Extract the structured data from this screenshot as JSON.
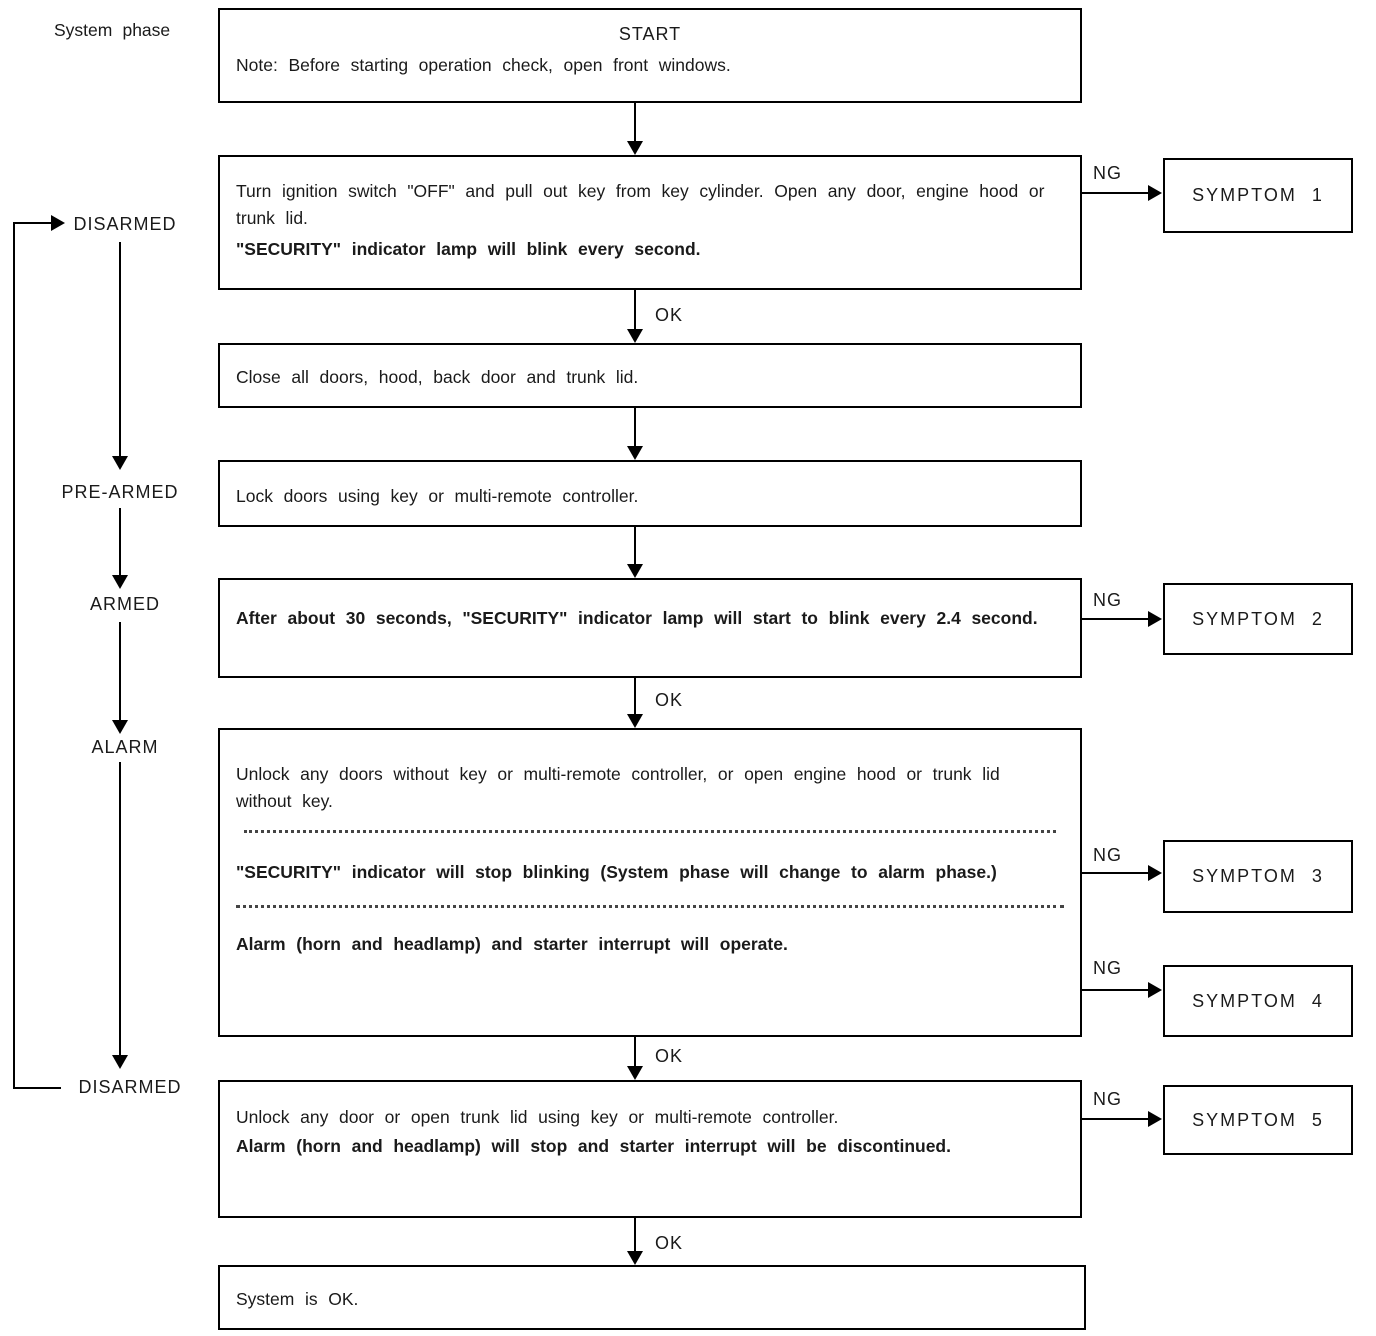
{
  "diagram": {
    "side_label": "System phase",
    "ok_label": "OK",
    "ng_label": "NG",
    "colors": {
      "ink": "#1a1a1a",
      "paper": "#ffffff",
      "line": "#000000"
    },
    "phases": [
      {
        "label": "DISARMED"
      },
      {
        "label": "PRE-ARMED"
      },
      {
        "label": "ARMED"
      },
      {
        "label": "ALARM"
      },
      {
        "label": "DISARMED"
      }
    ],
    "steps": [
      {
        "title": "START",
        "note": "Note: Before starting operation check, open front windows."
      },
      {
        "text": "Turn ignition switch \"OFF\" and pull out key from key cylinder. Open any door, engine hood or trunk lid.",
        "bold": "\"SECURITY\" indicator lamp will blink every second."
      },
      {
        "text": "Close all doors, hood, back door and trunk lid."
      },
      {
        "text": "Lock doors using key or multi-remote controller."
      },
      {
        "bold": "After about 30 seconds, \"SECURITY\" indicator lamp will start to blink every 2.4 second."
      },
      {
        "text": "Unlock any doors without key or multi-remote controller, or open engine hood or trunk lid without key.",
        "bold1": "\"SECURITY\" indicator will stop blinking (System phase will change to alarm phase.)",
        "bold2": "Alarm (horn and headlamp) and starter interrupt will operate."
      },
      {
        "text": "Unlock any door or open trunk lid using key or multi-remote controller.",
        "bold": "Alarm (horn and headlamp) will stop and starter interrupt will be discontinued."
      },
      {
        "text": "System is OK."
      }
    ],
    "symptoms": [
      {
        "label": "SYMPTOM 1"
      },
      {
        "label": "SYMPTOM 2"
      },
      {
        "label": "SYMPTOM 3"
      },
      {
        "label": "SYMPTOM 4"
      },
      {
        "label": "SYMPTOM 5"
      }
    ]
  }
}
